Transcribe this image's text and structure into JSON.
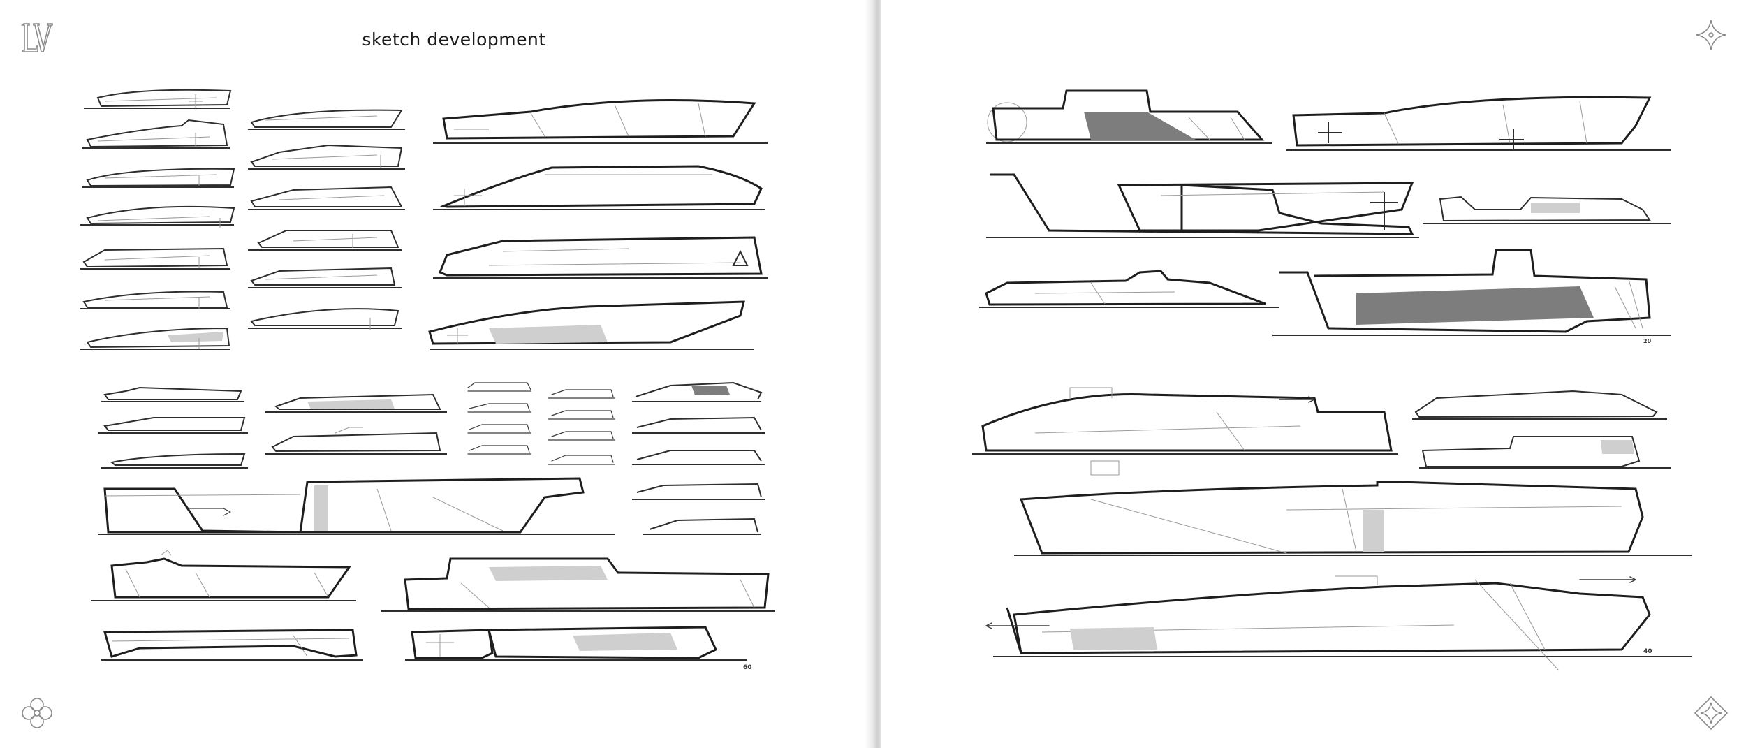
{
  "spread": {
    "left_page": {
      "title": "sketch development",
      "page_number": "60",
      "logo_text": "LV"
    },
    "right_page": {
      "sub_page_number": "20",
      "page_number": "40"
    }
  },
  "icons": {
    "top_left": "lv-monogram-icon",
    "top_right": "four-point-star-icon",
    "bottom_left": "quatrefoil-flower-icon",
    "bottom_right": "diamond-star-icon"
  },
  "colors": {
    "paper": "#ffffff",
    "ink": "#2e2e2e",
    "shading": "#cfcfcf",
    "logo_grey": "#8a8a8a"
  }
}
